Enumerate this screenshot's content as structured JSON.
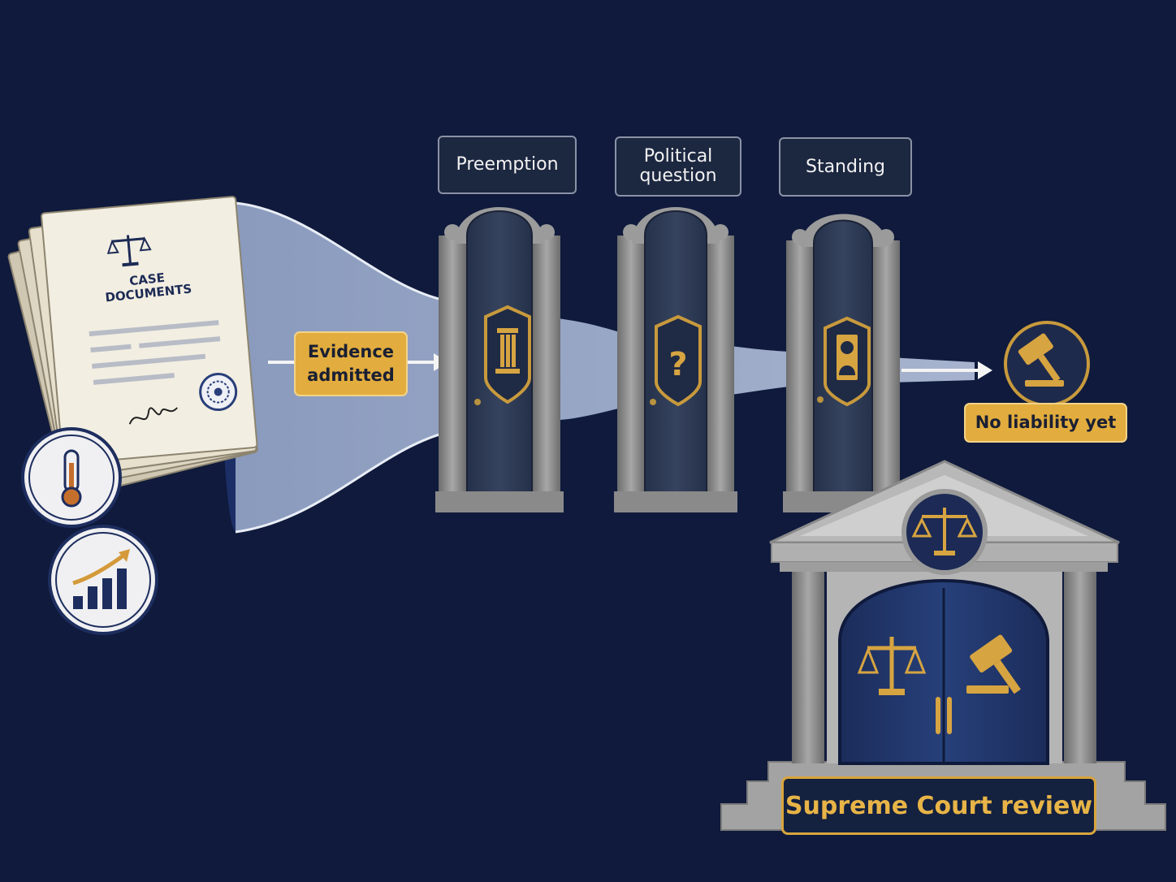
{
  "documents": {
    "title": "CASE\nDOCUMENTS",
    "icons": [
      "scales-icon",
      "seal-icon",
      "signature-icon"
    ]
  },
  "evidence_badge": {
    "label": "Evidence\nadmitted"
  },
  "gates": [
    {
      "label": "Preemption",
      "icon": "pillar-icon"
    },
    {
      "label": "Political\nquestion",
      "icon": "question-icon"
    },
    {
      "label": "Standing",
      "icon": "person-icon"
    }
  ],
  "outcome": {
    "label": "No liability yet",
    "icon": "gavel-icon"
  },
  "side_icons": [
    "thermometer-icon",
    "rising-chart-icon"
  ],
  "court": {
    "label": "Supreme Court review",
    "icons": [
      "scales-icon",
      "gavel-icon"
    ]
  },
  "colors": {
    "background": "#0f1a3c",
    "gold": "#e2ad3e",
    "stream": "#8fa1c4",
    "stone": "#8c8c8c",
    "door": "#2e3a52"
  }
}
